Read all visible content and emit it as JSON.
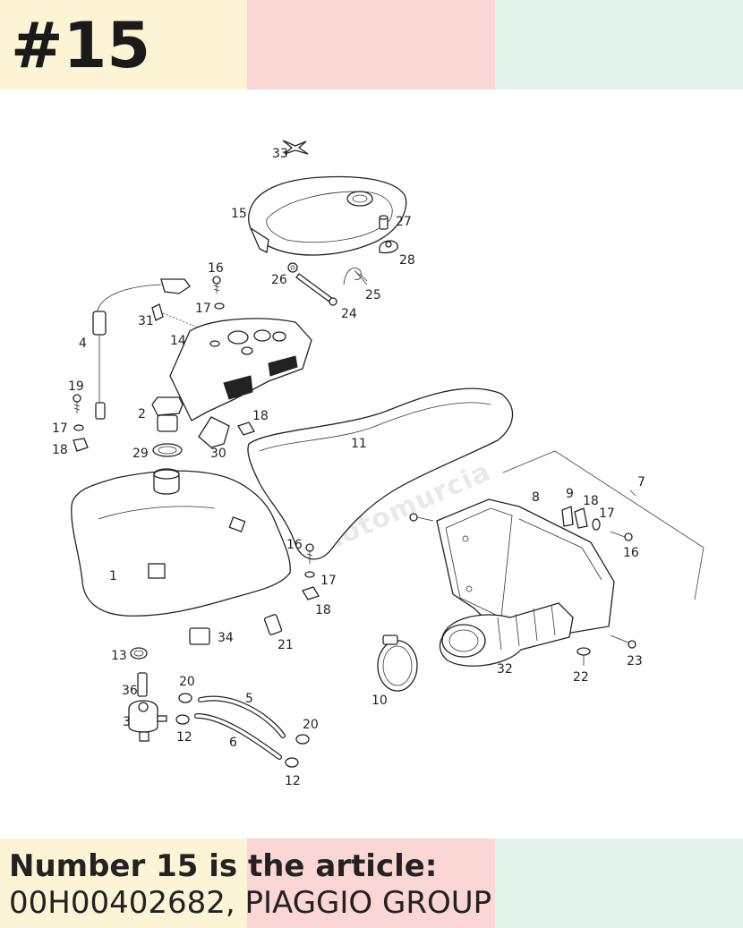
{
  "colors": {
    "yellow": "#fdf4d6",
    "pink": "#fad6d4",
    "mint": "#e2f3ec",
    "text": "#222222"
  },
  "header": {
    "number": "#15"
  },
  "caption": {
    "line1": "Number 15 is the article:",
    "line2": "00H00402682, PIAGGIO GROUP"
  },
  "watermark": {
    "text": "motomurcia"
  },
  "callouts": {
    "c33": "33",
    "c15": "15",
    "c27": "27",
    "c28": "28",
    "c16a": "16",
    "c26": "26",
    "c25": "25",
    "c24": "24",
    "c17a": "17",
    "c31": "31",
    "c4": "4",
    "c14": "14",
    "c19": "19",
    "c2": "2",
    "c18a": "18",
    "c17b": "17",
    "c18b": "18",
    "c29": "29",
    "c30": "30",
    "c11": "11",
    "c7": "7",
    "c8": "8",
    "c9": "9",
    "c18c": "18",
    "c17c": "17",
    "c16b": "16",
    "c16c": "16",
    "c1": "1",
    "c17d": "17",
    "c18d": "18",
    "c34": "34",
    "c21": "21",
    "c13": "13",
    "c10": "10",
    "c32": "32",
    "c22": "22",
    "c23": "23",
    "c36": "36",
    "c20a": "20",
    "c5": "5",
    "c3": "3",
    "c12a": "12",
    "c6": "6",
    "c20b": "20",
    "c12b": "12"
  }
}
